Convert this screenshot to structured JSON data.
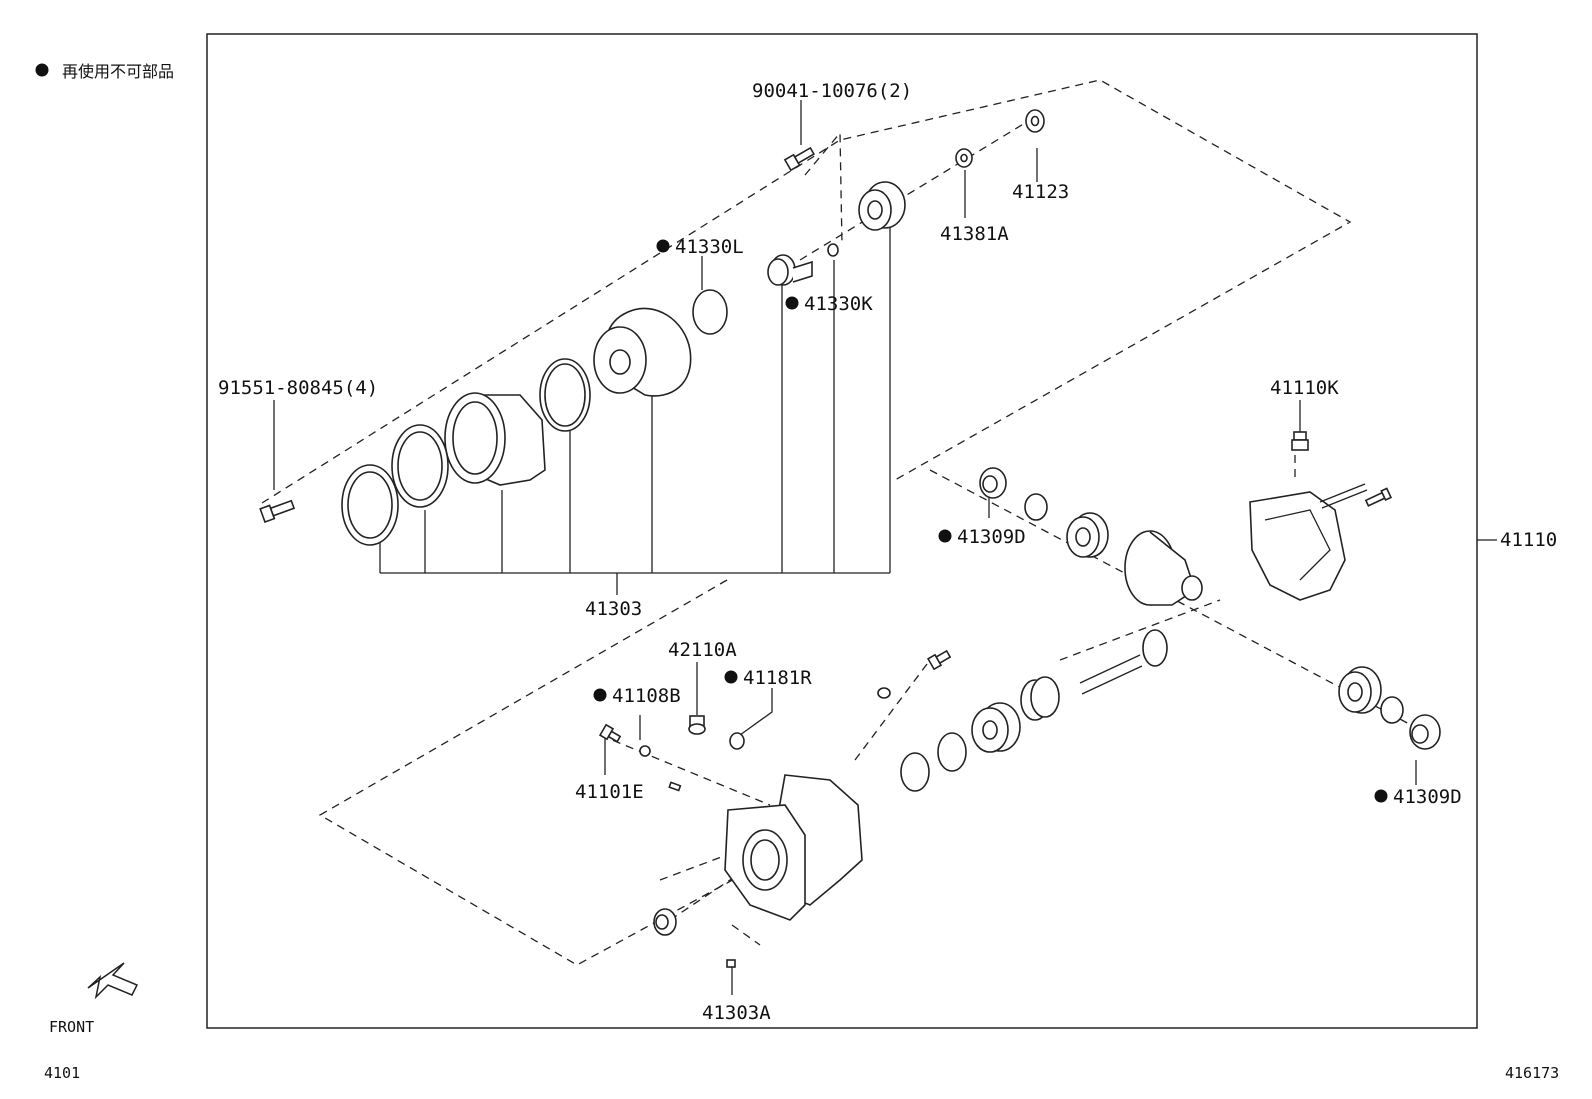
{
  "legend": {
    "marker": "●",
    "text": "再使用不可部品"
  },
  "corner": {
    "left_code": "4101",
    "right_code": "416173",
    "direction": "FRONT"
  },
  "parts": {
    "p90041": "90041-10076(2)",
    "p41123": "41123",
    "p41381A": "41381A",
    "p41330L": "41330L",
    "p41330K": "41330K",
    "p91551": "91551-80845(4)",
    "p41303": "41303",
    "p41110K": "41110K",
    "p41110": "41110",
    "p41309D_top": "41309D",
    "p41309D_bottom": "41309D",
    "p42110A": "42110A",
    "p41181R": "41181R",
    "p41108B": "41108B",
    "p41101E": "41101E",
    "p41303A": "41303A"
  }
}
